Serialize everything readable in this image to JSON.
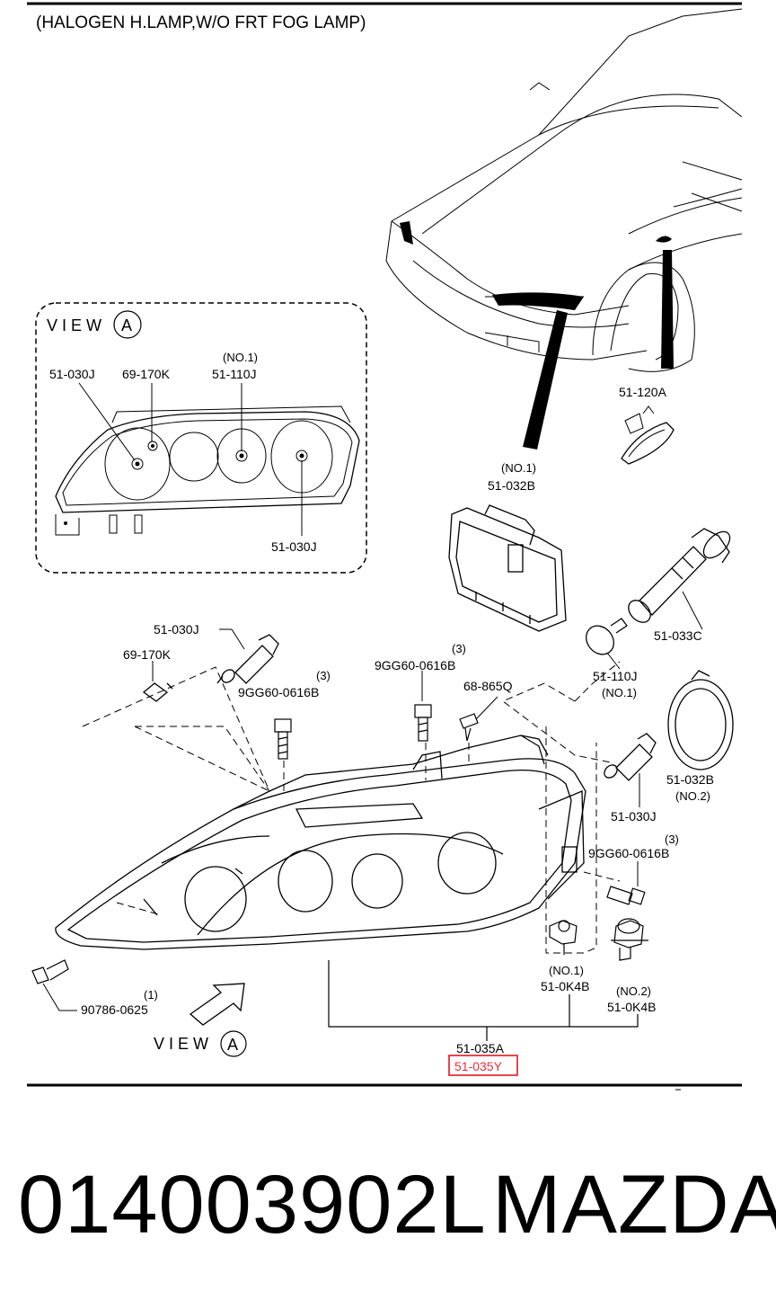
{
  "header": {
    "title": "(HALOGEN H.LAMP,W/O FRT FOG LAMP)"
  },
  "view_box": {
    "label": "V I E W",
    "letter": "A",
    "callouts": {
      "bulb_left": "51-030J",
      "small_bulb": "69-170K",
      "turn_bulb_note": "(NO.1)",
      "turn_bulb": "51-110J",
      "bulb_bottom": "51-030J"
    }
  },
  "parts": {
    "side_marker": "51-120A",
    "cover1_note": "(NO.1)",
    "cover1": "51-032B",
    "socket": "51-033C",
    "bulb_110j": "51-110J",
    "bulb_110j_note": "(NO.1)",
    "cover2": "51-032B",
    "cover2_note": "(NO.2)",
    "bulb_030j_top": "51-030J",
    "bulb_170k": "69-170K",
    "screw_left_qty": "(3)",
    "screw_left": "9GG60-0616B",
    "screw_mid_qty": "(3)",
    "screw_mid": "9GG60-0616B",
    "clip": "68-865Q",
    "bulb_030j_right": "51-030J",
    "screw_right_qty": "(3)",
    "screw_right": "9GG60-0616B",
    "bracket1_note": "(NO.1)",
    "bracket1": "51-0K4B",
    "bracket2_note": "(NO.2)",
    "bracket2": "51-0K4B",
    "bolt_qty": "(1)",
    "bolt": "90786-0625",
    "assembly_a": "51-035A",
    "assembly_y": "51-035Y"
  },
  "view_arrow": {
    "label": "V I E W",
    "letter": "A"
  },
  "highlight_color": "#e8303a",
  "footer": {
    "part_number": "014003902L",
    "brand": "MAZDA"
  }
}
